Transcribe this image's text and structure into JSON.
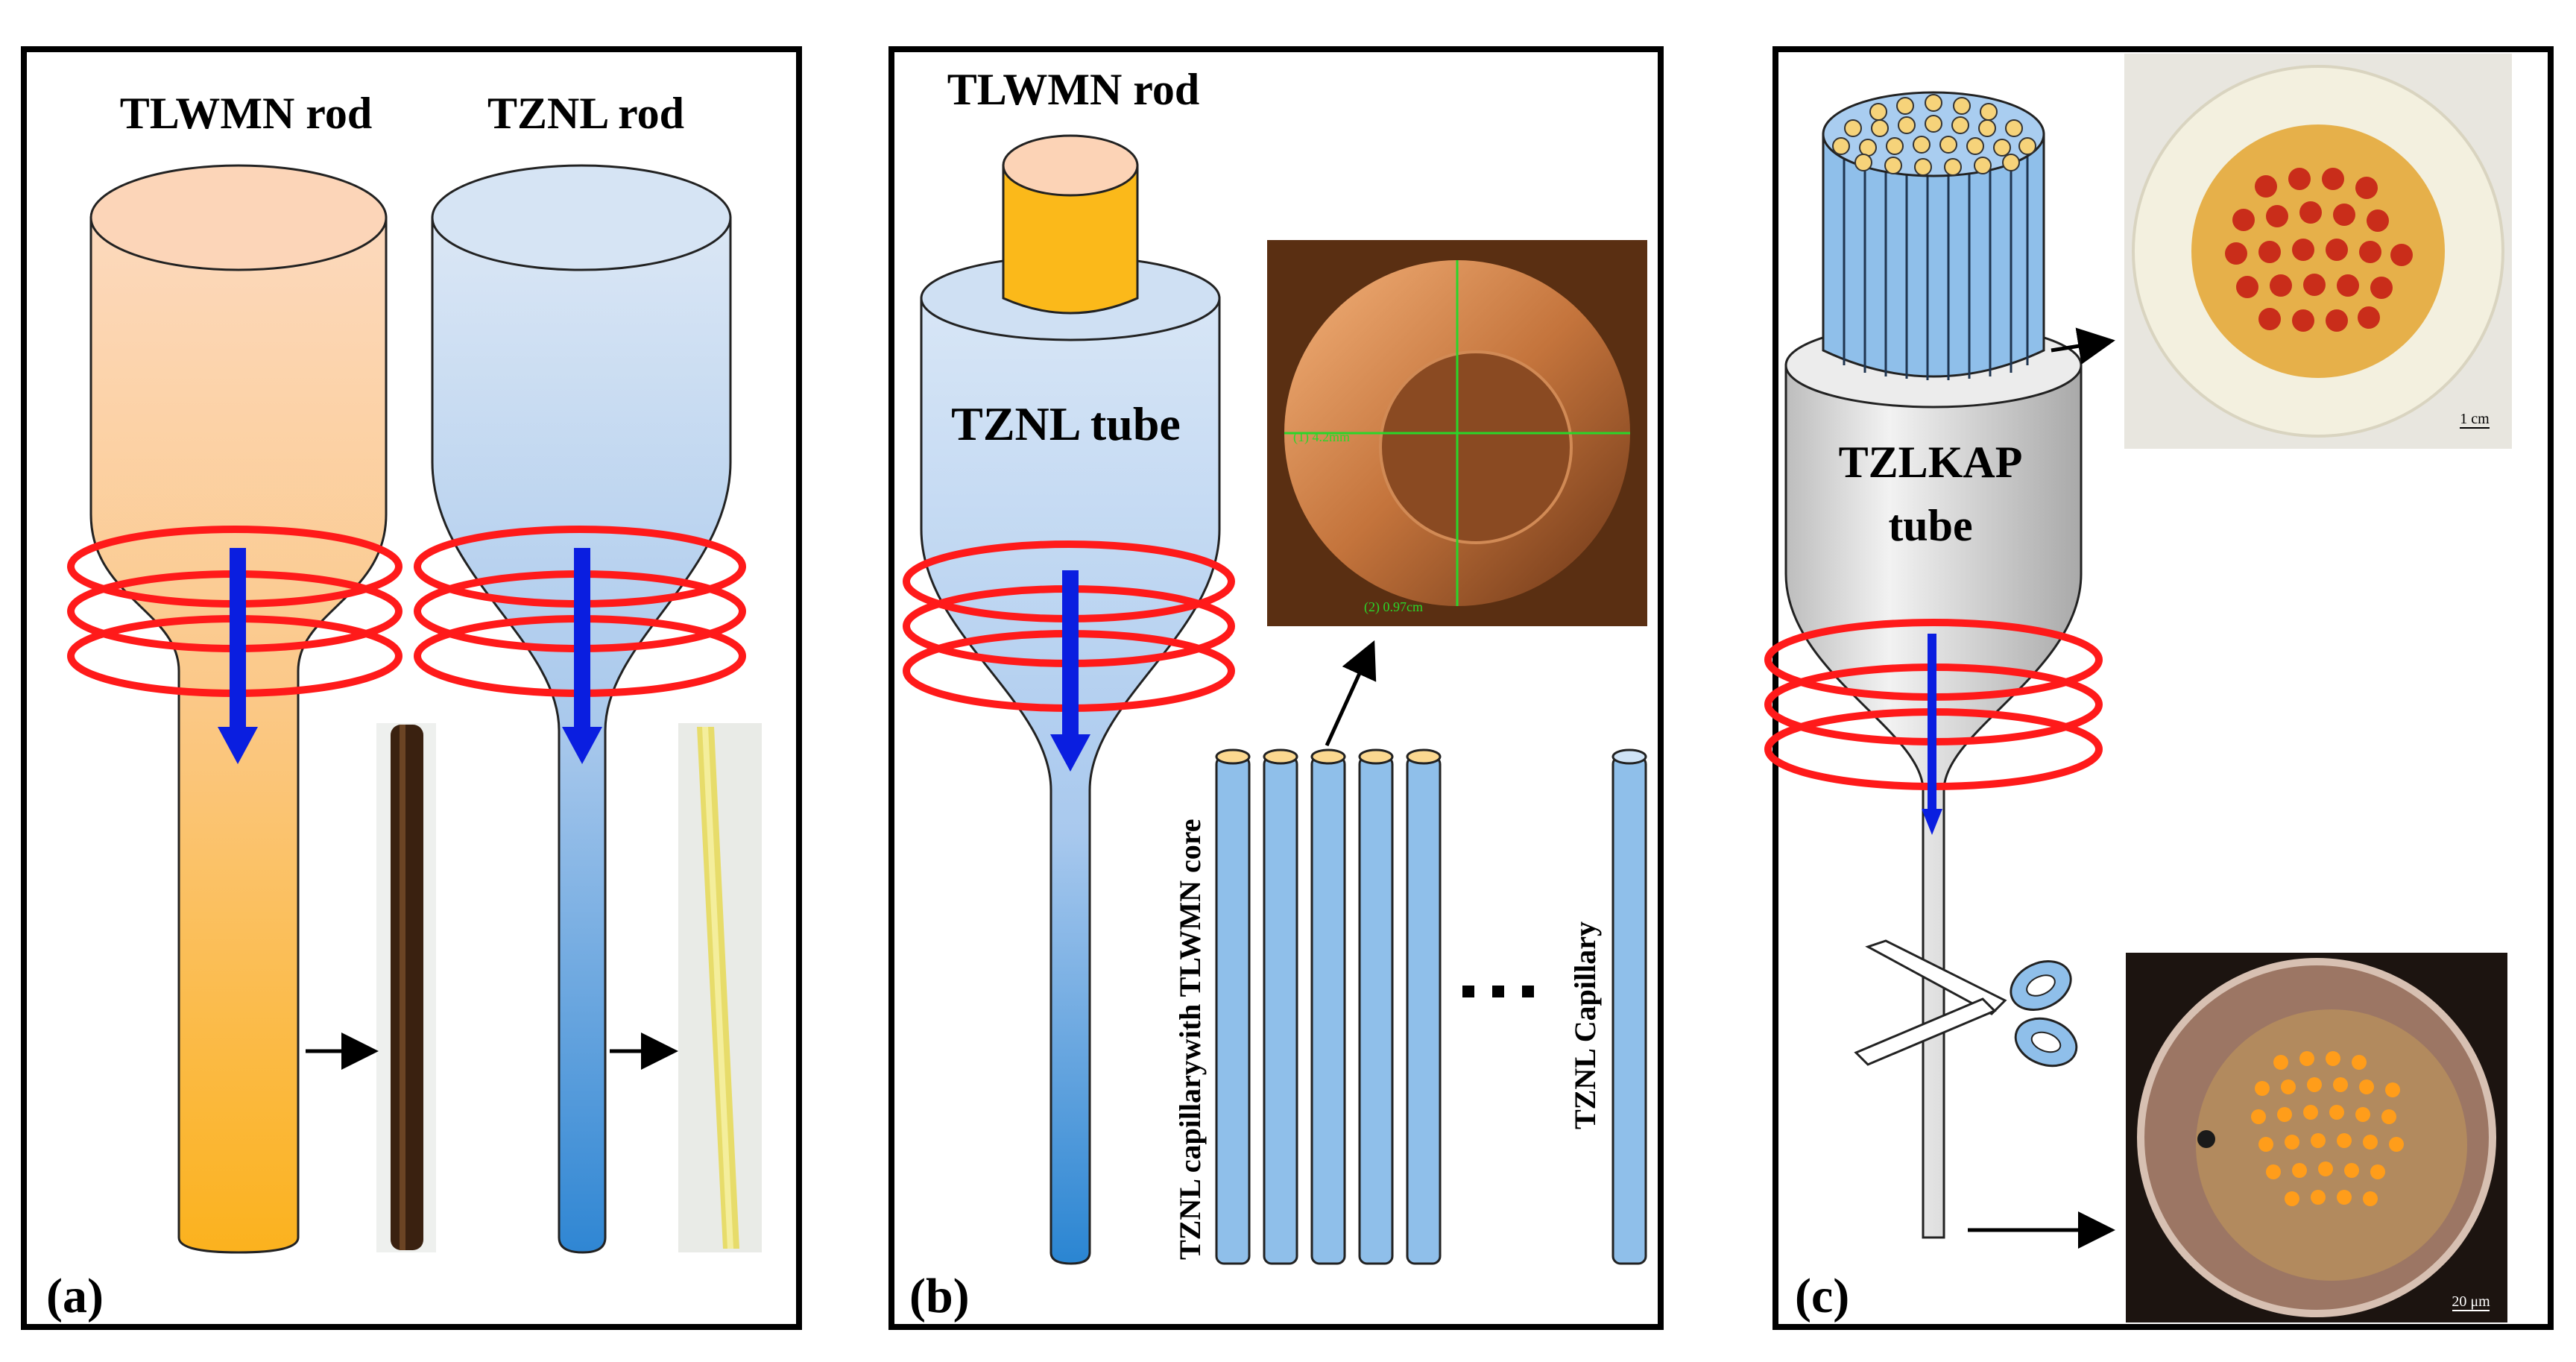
{
  "panels": [
    {
      "id": "a",
      "label": "(a)",
      "rod_labels": [
        "TLWMN rod",
        "TZNL rod"
      ]
    },
    {
      "id": "b",
      "label": "(b)",
      "rod_label": "TLWMN rod",
      "tube_label": "TZNL tube",
      "capillary_core_label": "TZNL capillarywith TLWMN core",
      "capillary_label": "TZNL Capillary",
      "micrograph_readouts": [
        "(1) 4.2mm",
        "(2) 0.97cm"
      ]
    },
    {
      "id": "c",
      "label": "(c)",
      "tube_label_lines": [
        "TZLKAP",
        "tube"
      ],
      "scale_bars": [
        "1 cm",
        "20 μm"
      ]
    }
  ],
  "colors": {
    "rod_orange": "#fbb62a",
    "rod_orange_top": "#fbd6b8",
    "rod_blue": "#2f8fd8",
    "rod_blue_top": "#d4e4f5",
    "heating_coil": "#ff1a1a",
    "draw_arrow": "#0a1ee0",
    "capillary_blue": "#8fbfea",
    "tube_grey": "#d6d6d6"
  },
  "icons": [
    "heating-coil",
    "draw-direction-arrow",
    "scissors-icon",
    "pointer-arrow"
  ]
}
